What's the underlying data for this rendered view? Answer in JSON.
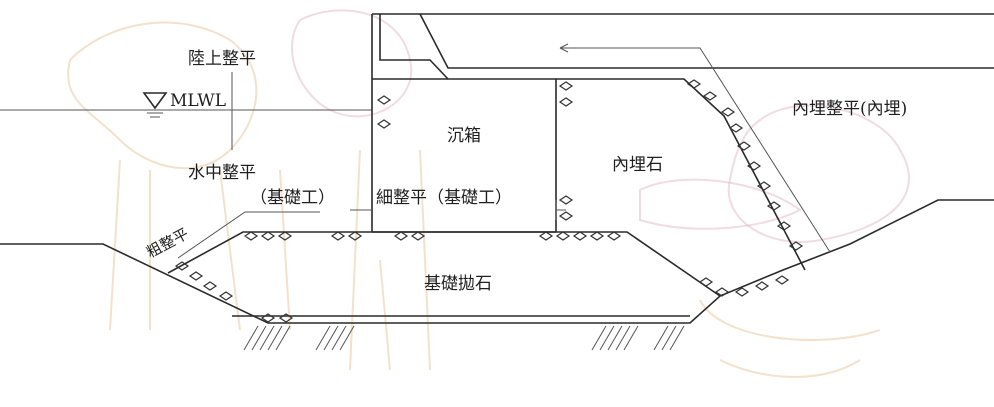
{
  "labels": {
    "land_leveling": "陸上整平",
    "water_level": "MLWL",
    "underwater_leveling": "水中整平",
    "foundation_work_1": "（基礎工）",
    "fine_leveling": "細整平（基礎工）",
    "rough_leveling": "粗整平",
    "caisson": "沉箱",
    "fill_stone": "內埋石",
    "backfill_leveling": "內埋整平(內埋)",
    "foundation_rubble": "基礎拋石"
  },
  "colors": {
    "line": "#2a2a2a",
    "text": "#1f1f1f",
    "background_sketch": "#e9c9a0"
  }
}
